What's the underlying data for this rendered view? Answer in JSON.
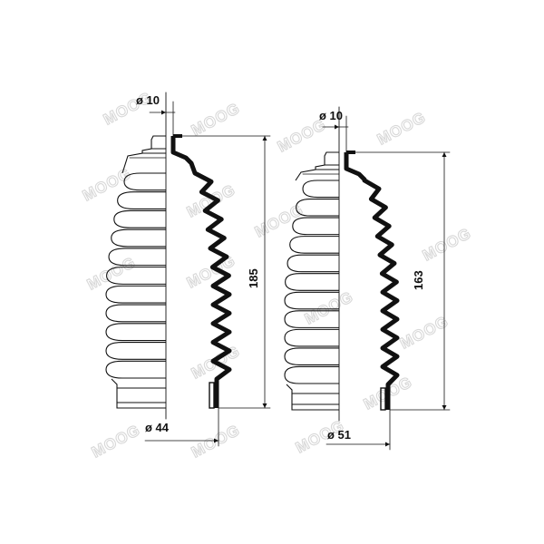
{
  "watermark": "MOOG",
  "boots": [
    {
      "name": "boot-left",
      "top_diameter": "ø 10",
      "bottom_diameter": "ø 44",
      "length": "185",
      "pleats": 11
    },
    {
      "name": "boot-right",
      "top_diameter": "ø 10",
      "bottom_diameter": "ø 51",
      "length": "163",
      "pleats": 11
    }
  ],
  "colors": {
    "line": "#111111",
    "watermark": "#d8d8d8"
  }
}
